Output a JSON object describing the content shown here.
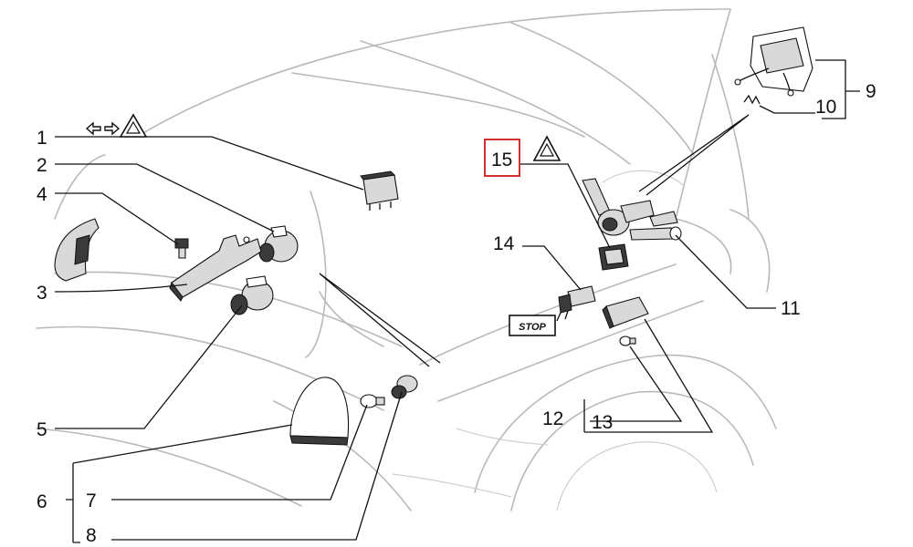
{
  "figure": {
    "stop_label": "STOP",
    "callouts": [
      {
        "id": "1",
        "text": "1"
      },
      {
        "id": "2",
        "text": "2"
      },
      {
        "id": "3",
        "text": "3"
      },
      {
        "id": "4",
        "text": "4"
      },
      {
        "id": "5",
        "text": "5"
      },
      {
        "id": "6",
        "text": "6"
      },
      {
        "id": "7",
        "text": "7"
      },
      {
        "id": "8",
        "text": "8"
      },
      {
        "id": "9",
        "text": "9"
      },
      {
        "id": "10",
        "text": "10"
      },
      {
        "id": "11",
        "text": "11"
      },
      {
        "id": "12",
        "text": "12"
      },
      {
        "id": "13",
        "text": "13"
      },
      {
        "id": "14",
        "text": "14"
      },
      {
        "id": "15",
        "text": "15"
      }
    ],
    "highlight": {
      "callout": "15",
      "color": "#d32f2f"
    },
    "icons": [
      "turn-signal-arrows-icon",
      "hazard-warning-icon"
    ]
  }
}
